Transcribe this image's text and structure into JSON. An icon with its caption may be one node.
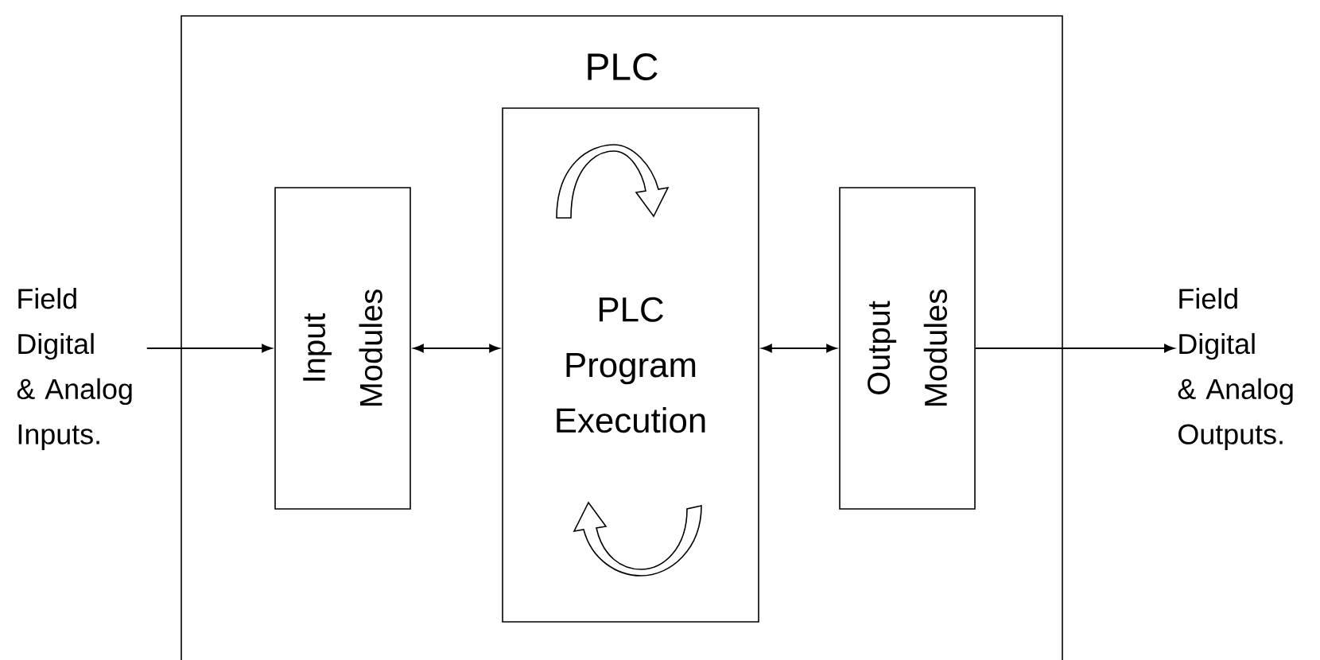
{
  "diagram": {
    "nodes": [
      {
        "text": [
          "PLC"
        ]
      },
      {
        "text": [
          "Input Modules"
        ],
        "in": 0
      },
      {
        "text": [
          "PLC Program Execution"
        ],
        "in": 0
      },
      {
        "text": [
          "Output Modules"
        ],
        "in": 0
      },
      {
        "text": [
          "Field Digital & Analog Inputs."
        ]
      },
      {
        "text": [
          "Field Digital & Analog Outputs."
        ]
      }
    ],
    "edges": [
      {
        "from": 4,
        "to": 1,
        "arrow": "to"
      },
      {
        "from": 1,
        "to": 2,
        "arrow": "both"
      },
      {
        "from": 2,
        "to": 3,
        "arrow": "both"
      },
      {
        "from": 3,
        "to": 5,
        "arrow": "to"
      }
    ]
  }
}
